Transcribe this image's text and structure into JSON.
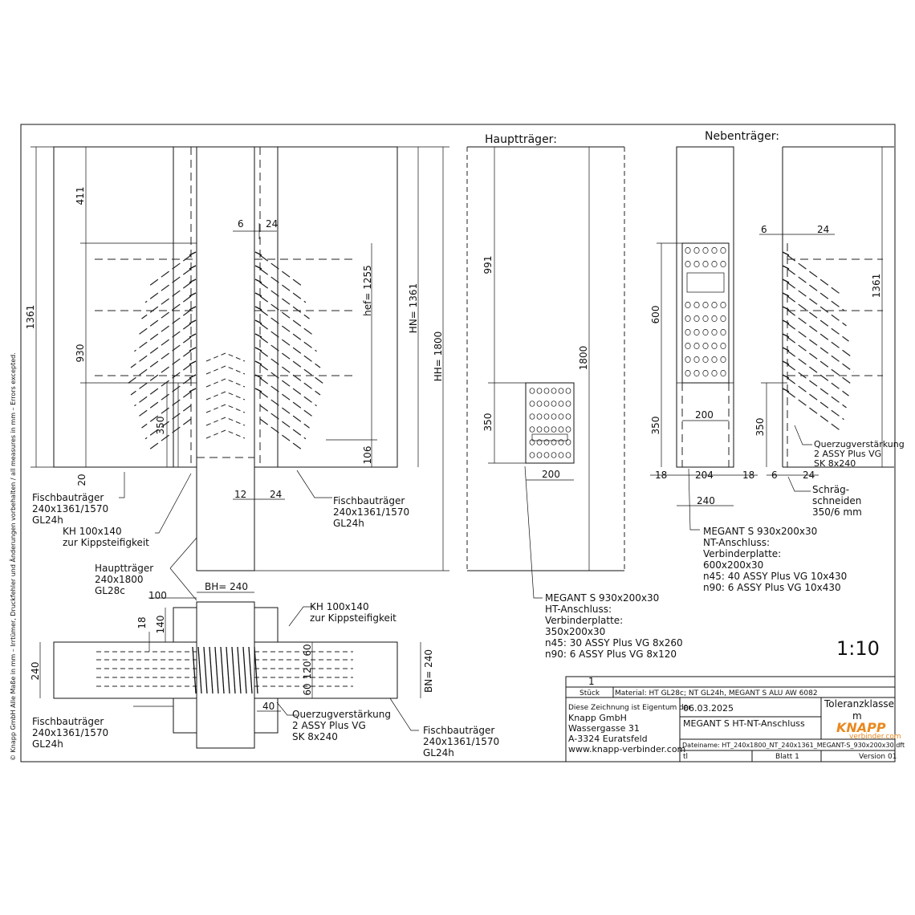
{
  "sections": {
    "haupttraeger": "Hauptträger:",
    "nebentraeger": "Nebenträger:"
  },
  "scale": "1:10",
  "side_note": "© Knapp GmbH Alle Maße in mm – Irrtümer, Druckfehler und Änderungen vorbehalten / all measures in mm – Errors excepted.",
  "dimensions": {
    "front": [
      "1361",
      "411",
      "930",
      "350",
      "20",
      "6",
      "24",
      "12",
      "24",
      "hef= 1255",
      "HN= 1361",
      "HH= 1800",
      "106"
    ],
    "ht_side": [
      "991",
      "1800",
      "350",
      "200"
    ],
    "nt": [
      "600",
      "350",
      "18",
      "204",
      "18",
      "200",
      "240",
      "6",
      "24",
      "1361",
      "350",
      "6",
      "24"
    ],
    "plan": [
      "100",
      "BH= 240",
      "18",
      "140",
      "240",
      "60",
      "120",
      "60",
      "BN= 240",
      "40"
    ]
  },
  "labels": {
    "fisch_left_1": [
      "Fischbauträger",
      "240x1361/1570",
      "GL24h"
    ],
    "fisch_right_1": [
      "Fischbauträger",
      "240x1361/1570",
      "GL24h"
    ],
    "kh_left": [
      "KH 100x140",
      "zur Kippsteifigkeit"
    ],
    "haupt": [
      "Hauptträger",
      "240x1800",
      "GL28c"
    ],
    "kh_right": [
      "KH 100x140",
      "zur Kippsteifigkeit"
    ],
    "fisch_left_2": [
      "Fischbauträger",
      "240x1361/1570",
      "GL24h"
    ],
    "querzug_plan": [
      "Querzugverstärkung",
      "2 ASSY Plus VG",
      "SK 8x240"
    ],
    "fisch_right_2": [
      "Fischbauträger",
      "240x1361/1570",
      "GL24h"
    ],
    "megant_ht": [
      "MEGANT S 930x200x30",
      "HT-Anschluss:",
      "Verbinderplatte:",
      "350x200x30",
      "n45: 30 ASSY Plus VG 8x260",
      "n90: 6 ASSY Plus VG 8x120"
    ],
    "megant_nt": [
      "MEGANT S 930x200x30",
      "NT-Anschluss:",
      "Verbinderplatte:",
      "600x200x30",
      "n45: 40 ASSY Plus VG 10x430",
      "n90: 6 ASSY Plus VG 10x430"
    ],
    "querzug_nt": [
      "Querzugverstärkung",
      "2 ASSY Plus VG",
      "SK 8x240"
    ],
    "schraeg": [
      "Schräg-",
      "schneiden",
      "350/6 mm"
    ]
  },
  "title_block": {
    "count": "1",
    "stueck": "Stück",
    "material": "Material: HT GL28c; NT GL24h, MEGANT S ALU AW 6082",
    "owner": [
      "Diese Zeichnung ist Eigentum der",
      "Knapp GmbH",
      "Wassergasse 31",
      "A-3324 Euratsfeld",
      "www.knapp-verbinder.com"
    ],
    "date": "06.03.2025",
    "toleranz": "Toleranzklasse",
    "toleranz_val": "m",
    "brand": "KNAPP",
    "brand_url": "verbinder.com",
    "title": "MEGANT S HT-NT-Anschluss",
    "file": "Dateiname: HT_240x1800_NT_240x1361_MEGANT-S_930x200x30.dft",
    "author": "tl",
    "sheet": "Blatt 1",
    "version": "Version 01"
  },
  "colors": {
    "brand": "#e8891f",
    "ink": "#111111"
  }
}
